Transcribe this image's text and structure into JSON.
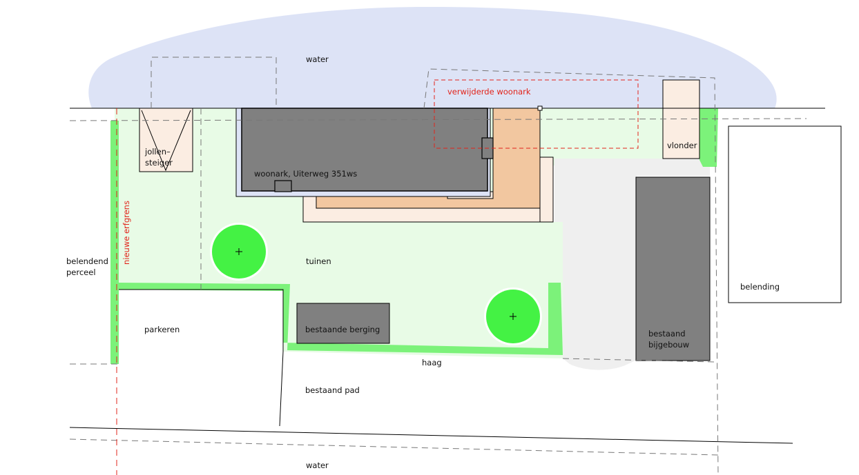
{
  "labels": {
    "water_top": "water",
    "water_bottom": "water",
    "removed_houseboat": "verwijderde woonark",
    "jetty": "jollen–\nsteiger",
    "houseboat": "woonark, Uiterweg 351ws",
    "vlonder": "vlonder",
    "new_boundary": "nieuwe erfgrens",
    "neighbour_plot": "belendend\nperceel",
    "gardens": "tuinen",
    "neighbouring": "belending",
    "parking": "parkeren",
    "shed": "bestaande berging",
    "annex": "bestaand\nbijgebouw",
    "hedge": "haag",
    "path": "bestaand pad"
  },
  "colors": {
    "water": "#dde3f6",
    "garden": "#e8fbe6",
    "hedge": "#7cf27a",
    "tree": "#44f244",
    "houseboat": "#808080",
    "deck_dark": "#f2c7a0",
    "deck_light": "#fbede2",
    "paving": "#efefef",
    "boundary_red": "#e2231a"
  },
  "icons": {
    "tree": "tree-crown-icon"
  }
}
